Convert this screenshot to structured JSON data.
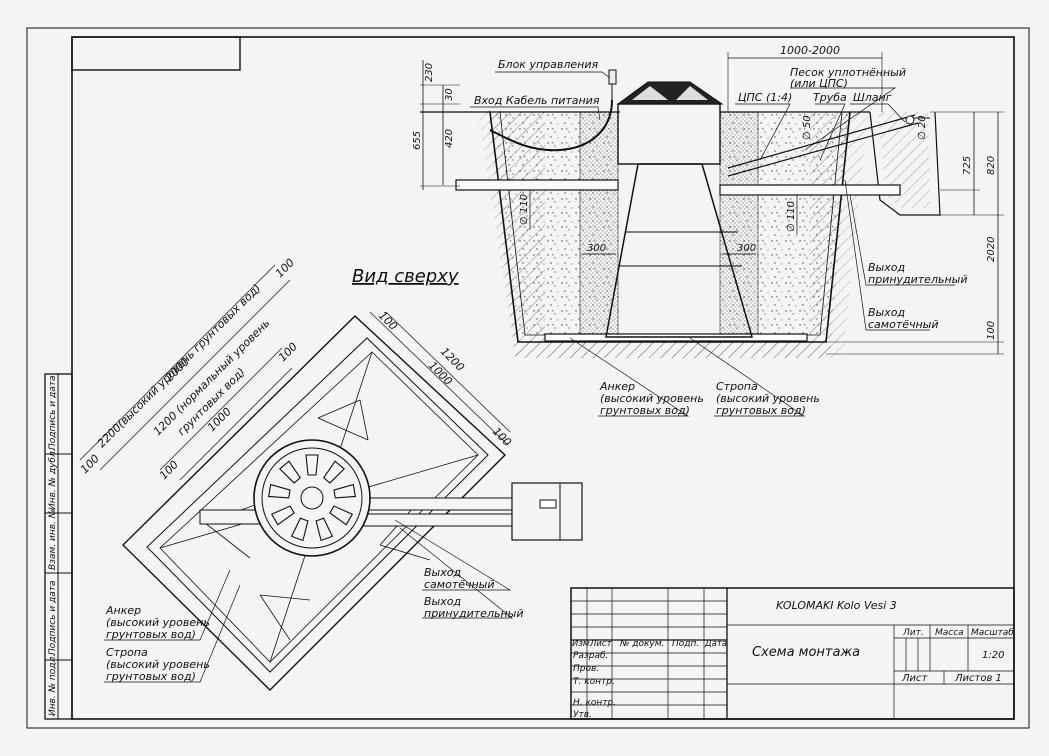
{
  "view_top_title": "Вид сверху",
  "section_labels": {
    "control_block": "Блок управления",
    "cable_input": "Вход Кабель питания",
    "sand_1": "Песок уплотнённый",
    "sand_2": "(или ЦПС)",
    "cps": "ЦПС (1:4)",
    "pipe": "Труба",
    "hose": "Шланг",
    "forced_out_1": "Выход",
    "forced_out_2": "принудительный",
    "gravity_out_1": "Выход",
    "gravity_out_2": "самотёчный",
    "anchor_1": "Анкер",
    "anchor_2": "(высокий уровень",
    "anchor_3": "грунтовых вод)",
    "sling_1": "Стропа",
    "sling_2": "(высокий уровень",
    "sling_3": "грунтовых вод)"
  },
  "section_dims": {
    "width_range": "1000-2000",
    "d230": "230",
    "d30": "30",
    "d655": "655",
    "d420": "420",
    "d300_left": "300",
    "d300_right": "300",
    "pipe110_left": "∅ 110",
    "pipe110_right": "∅ 110",
    "pipe50": "∅ 50",
    "pipe20": "∅ 20",
    "d725": "725",
    "d820": "820",
    "d2020": "2020",
    "d100": "100"
  },
  "plan_labels": {
    "gravity_out_1": "Выход",
    "gravity_out_2": "самотёчный",
    "forced_out_1": "Выход",
    "forced_out_2": "принудительный",
    "anchor_1": "Анкер",
    "anchor_2": "(высокий уровень",
    "anchor_3": "грунтовых вод)",
    "sling_1": "Стропа",
    "sling_2": "(высокий уровень",
    "sling_3": "грунтовых вод)"
  },
  "plan_dims": {
    "high_gw": "2200(высокий уровень грунтовых вод)",
    "d2000": "2000",
    "d100_a": "100",
    "d100_b": "100",
    "normal_gw_1": "1200 (нормальный уровень",
    "normal_gw_2": "грунтовых вод)",
    "d1000_left": "1000",
    "d100_c": "100",
    "d100_d": "100",
    "d100_e": "100",
    "d1200": "1200",
    "d1000_right": "1000",
    "d100_f": "100"
  },
  "side_stamp": [
    "Инв. № подл.",
    "Подпись и дата",
    "Взам. инв. №",
    "Инв. № дубл.",
    "Подпись и дата"
  ],
  "title_block": {
    "product": "KOLOMAKI Kolo Vesi 3",
    "doc_title": "Схема монтажа",
    "col_izm": "Изм.",
    "col_list": "Лист",
    "col_doc": "№ докум.",
    "col_sign": "Подп.",
    "col_date": "Дата",
    "row_razrab": "Разраб.",
    "row_prov": "Пров.",
    "row_tkontr": "Т. контр.",
    "row_nkontr": "Н. контр.",
    "row_utv": "Утв.",
    "lit": "Лит.",
    "mass": "Масса",
    "scale_label": "Масштаб",
    "scale": "1:20",
    "sheet": "Лист",
    "sheets": "Листов 1"
  }
}
